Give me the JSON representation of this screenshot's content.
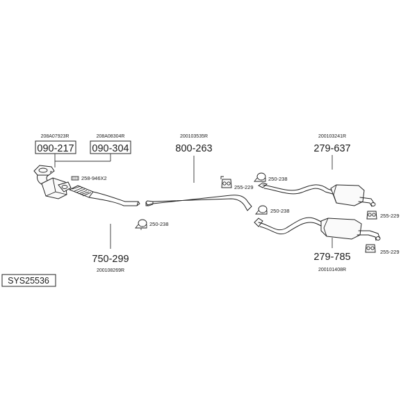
{
  "diagram_id": "SYS25536",
  "parts": {
    "cat1": {
      "ref": "208A07923R",
      "number": "090-217"
    },
    "cat2": {
      "ref": "208A08304R",
      "number": "090-304"
    },
    "front": {
      "ref": "200108269R",
      "number": "750-299"
    },
    "mid": {
      "ref": "200103535R",
      "number": "800-263"
    },
    "rear_top": {
      "ref": "200103241R",
      "number": "279-637"
    },
    "rear_bot": {
      "ref": "200101408R",
      "number": "279-785"
    }
  },
  "small_parts": {
    "gasket_kit": "258-946X2",
    "clamp_front": "250-238",
    "hanger_mid": "255-229",
    "clamp_top": "250-238",
    "clamp_bot": "250-238",
    "hanger_top_rear": "255-229",
    "hanger_bot_rear": "255-229"
  }
}
